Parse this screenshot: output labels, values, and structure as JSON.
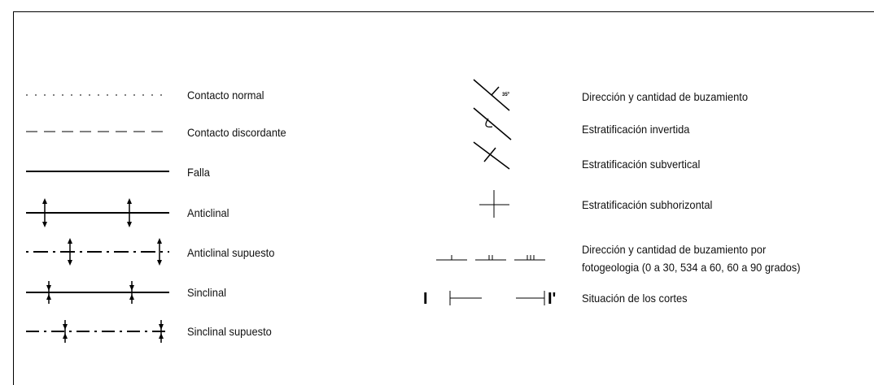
{
  "legend_left": [
    {
      "key": "contacto_normal",
      "label": "Contacto normal"
    },
    {
      "key": "contacto_discordante",
      "label": "Contacto discordante"
    },
    {
      "key": "falla",
      "label": "Falla"
    },
    {
      "key": "anticlinal",
      "label": "Anticlinal"
    },
    {
      "key": "anticlinal_supuesto",
      "label": "Anticlinal supuesto"
    },
    {
      "key": "sinclinal",
      "label": "Sinclinal"
    },
    {
      "key": "sinclinal_supuesto",
      "label": "Sinclinal supuesto"
    }
  ],
  "legend_right": [
    {
      "key": "direccion_buzamiento",
      "label": "Dirección y cantidad de buzamiento",
      "dip_value": "35º"
    },
    {
      "key": "estratificacion_invertida",
      "label": "Estratificación invertida"
    },
    {
      "key": "estratificacion_subvertical",
      "label": "Estratificación subvertical"
    },
    {
      "key": "estratificacion_subhorizontal",
      "label": "Estratificación subhorizontal"
    },
    {
      "key": "buzamiento_fotogeologia",
      "label_line1": "Dirección y cantidad de buzamiento por",
      "label_line2": "fotogeologia (0 a 30, 534 a 60, 60 a 90 grados)"
    },
    {
      "key": "situacion_cortes",
      "label": "Situación de los cortes",
      "mark_start": "I",
      "mark_end": "I'"
    }
  ],
  "colors": {
    "line": "#000000",
    "text": "#111111"
  }
}
